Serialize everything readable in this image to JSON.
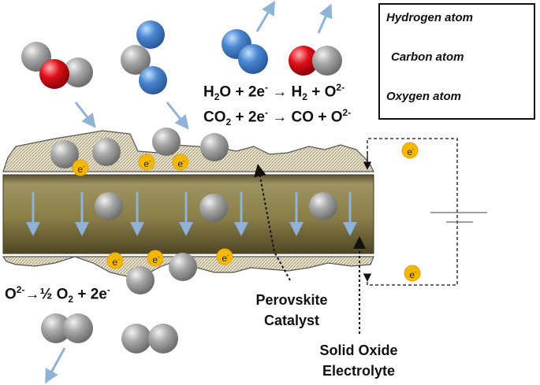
{
  "legend": {
    "hydrogen": "Hydrogen atom",
    "carbon": "Carbon atom",
    "oxygen": "Oxygen atom"
  },
  "equations": {
    "water_split": {
      "a": "H",
      "b": "2",
      "c": "O + 2e",
      "d": "-",
      "e": " → H",
      "f": "2",
      "g": " + O",
      "h": "2-"
    },
    "co2_split": {
      "a": "CO",
      "b": "2",
      "c": " + 2e",
      "d": "-",
      "e": " → CO + O",
      "f": "2-"
    },
    "oxygen_evolution": {
      "a": "O",
      "b": "2-",
      "c": "→½ O",
      "d": "2",
      "e": " + 2e",
      "f": "-"
    }
  },
  "labels": {
    "catalyst_line1": "Perovskite",
    "catalyst_line2": "Catalyst",
    "electrolyte_line1": "Solid Oxide",
    "electrolyte_line2": "Electrolyte"
  },
  "electron": {
    "symbol": "e",
    "charge": "-"
  },
  "colors": {
    "hydrogen": "#4a86d0",
    "carbon": "#e0101a",
    "oxygen": "#9a9a9a",
    "electrolyte": "#837844",
    "electron": "#f5b800",
    "arrow": "#8fb3d6"
  }
}
